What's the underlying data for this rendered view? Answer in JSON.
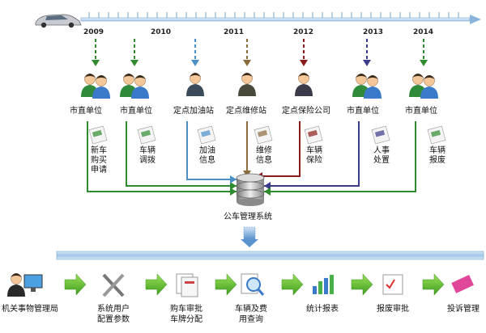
{
  "timeline": {
    "years": [
      "2009",
      "2010",
      "2011",
      "2012",
      "2013",
      "2014"
    ],
    "colors": [
      "#2e8b2e",
      "#2e8b2e",
      "#4a90c8",
      "#8b6b3a",
      "#8b1a1a",
      "#3b3b8b",
      "#2e8b2e"
    ]
  },
  "nodes": [
    {
      "label": "市直单位",
      "doc": "新车\n购买\n申请",
      "color": "#2e8b2e"
    },
    {
      "label": "市直单位",
      "doc": "车辆\n调拨",
      "color": "#2e8b2e"
    },
    {
      "label": "定点加油站",
      "doc": "加油\n信息",
      "color": "#4a90c8"
    },
    {
      "label": "定点维修站",
      "doc": "维修\n信息",
      "color": "#8b6b3a"
    },
    {
      "label": "定点保险公司",
      "doc": "车辆\n保险",
      "color": "#8b1a1a"
    },
    {
      "label": "市直单位",
      "doc": "人事\n处置",
      "color": "#3b3b8b"
    },
    {
      "label": "市直单位",
      "doc": "车辆\n报废",
      "color": "#2e8b2e"
    }
  ],
  "center": {
    "label": "公车管理系统"
  },
  "process": [
    {
      "label": "机关事物管理局"
    },
    {
      "label": "系统用户\n配置参数"
    },
    {
      "label": "购车审批\n车牌分配"
    },
    {
      "label": "车辆及费\n用查询"
    },
    {
      "label": "统计报表"
    },
    {
      "label": "报废审批"
    },
    {
      "label": "投诉管理"
    }
  ]
}
